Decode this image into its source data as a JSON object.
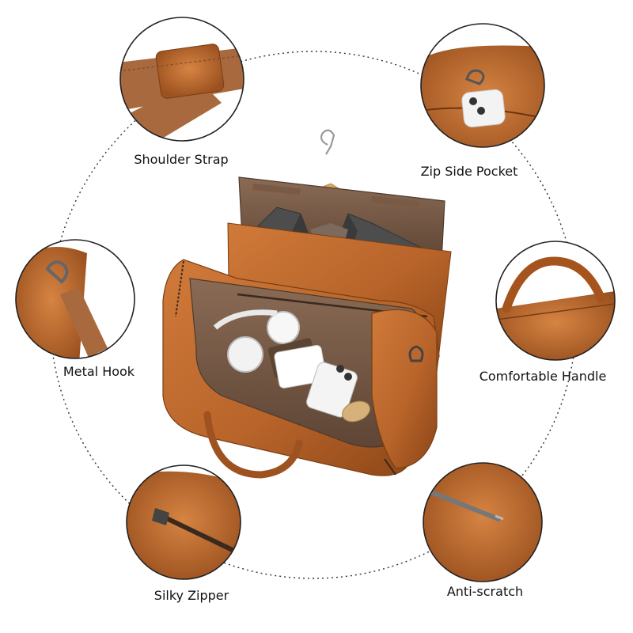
{
  "features": {
    "shoulder_strap": "Shoulder Strap",
    "zip_side_pocket": "Zip Side Pocket",
    "metal_hook": "Metal Hook",
    "comfortable_handle": "Comfortable Handle",
    "silky_zipper": "Silky Zipper",
    "anti_scratch": "Anti-scratch"
  },
  "colors": {
    "leather": "#b8642a",
    "leather_dark": "#8a4516",
    "lining": "#6e5443",
    "suit": "#4a4a4a",
    "circle_outline": "#222222"
  }
}
